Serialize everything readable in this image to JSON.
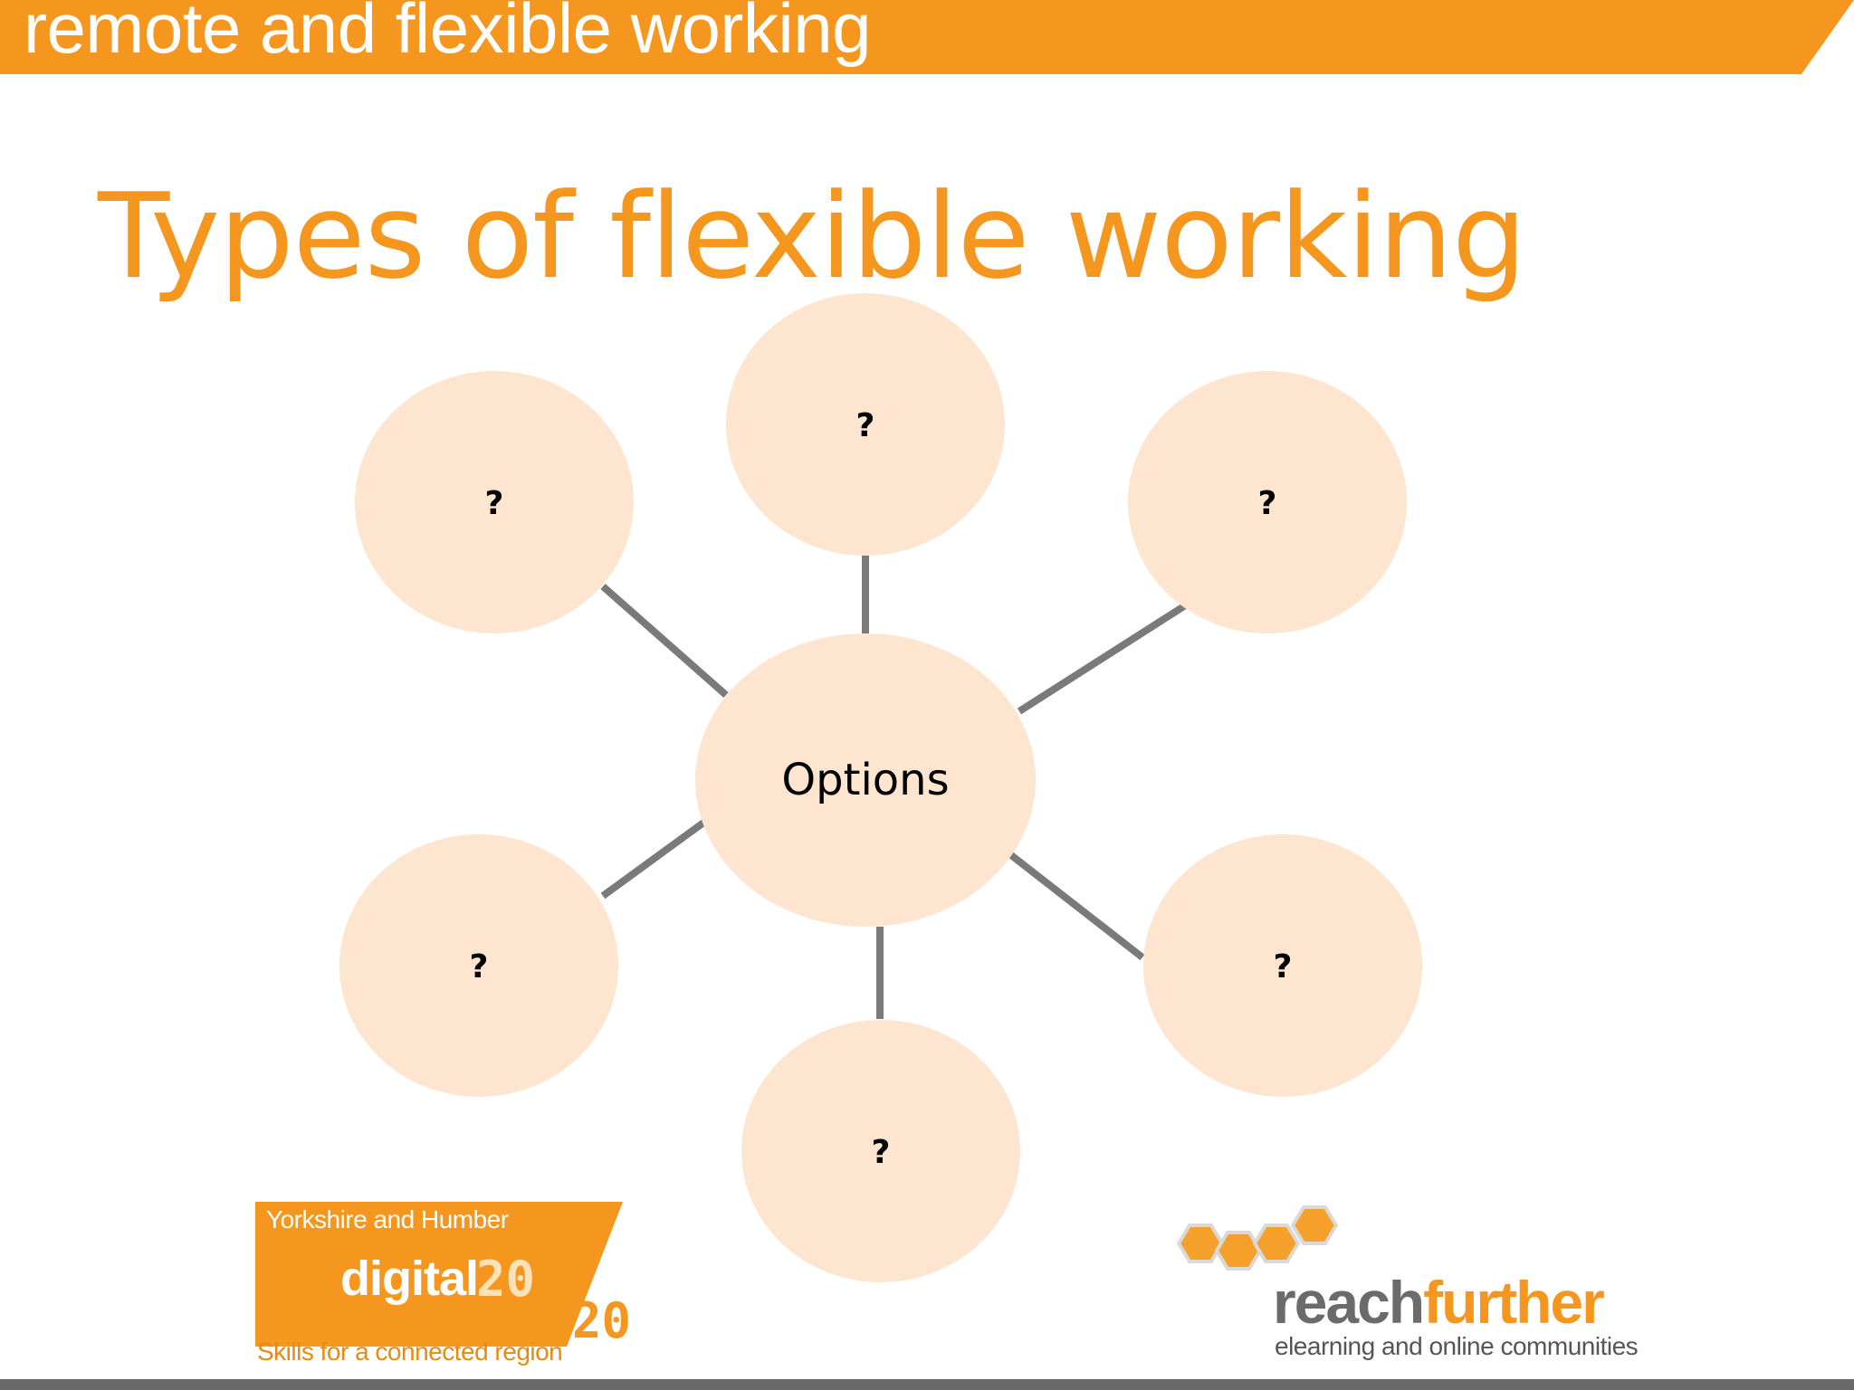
{
  "header": {
    "title": "remote and flexible working",
    "color": "#f5961f"
  },
  "slide": {
    "title": "Types of flexible working",
    "title_color": "#f5961f"
  },
  "diagram": {
    "center_label": "Options",
    "node_labels": [
      "?",
      "?",
      "?",
      "?",
      "?",
      "?"
    ],
    "bubble_color": "#fde5cf",
    "connector_color": "#7a7a7a"
  },
  "logo_left": {
    "region": "Yorkshire and Humber",
    "word": "digital",
    "number_top": "20",
    "number_bottom": "20",
    "tagline": "Skills for a connected region"
  },
  "logo_right": {
    "reach": "reach",
    "further": "further",
    "tagline": "elearning and online communities"
  }
}
